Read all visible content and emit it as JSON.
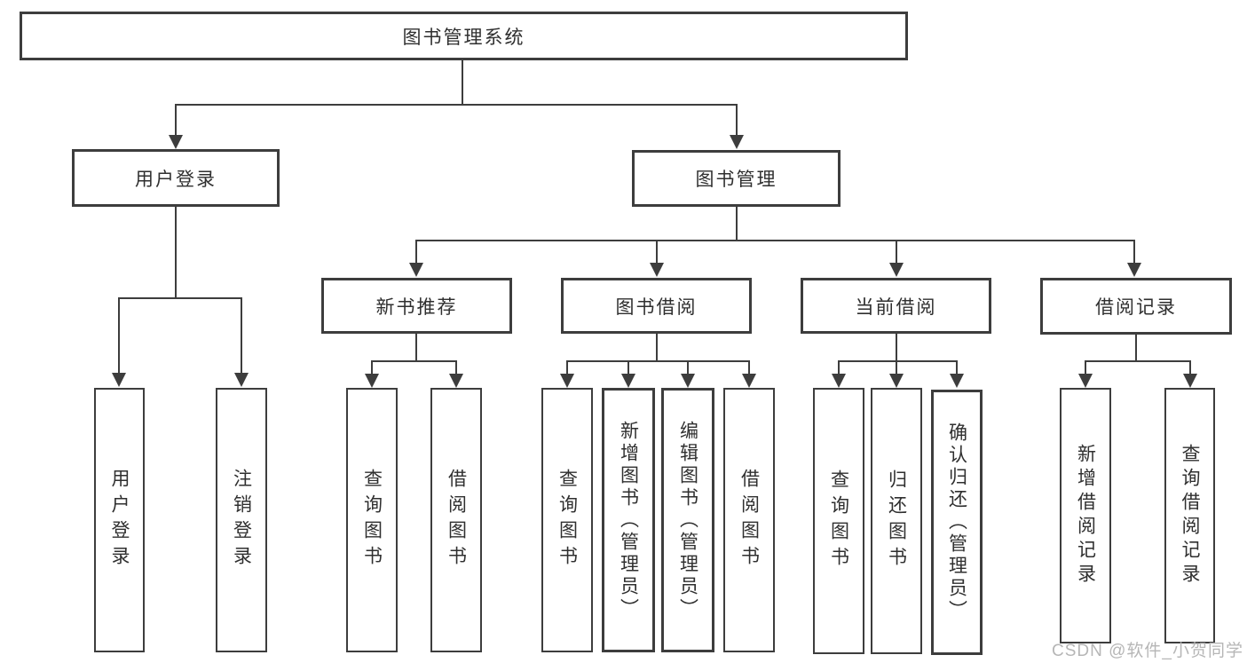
{
  "diagram_title": "图书管理系统",
  "tree": {
    "label": "图书管理系统",
    "children": [
      {
        "label": "用户登录",
        "children": [
          {
            "label": "用户登录"
          },
          {
            "label": "注销登录"
          }
        ]
      },
      {
        "label": "图书管理",
        "children": [
          {
            "label": "新书推荐",
            "children": [
              {
                "label": "查询图书"
              },
              {
                "label": "借阅图书"
              }
            ]
          },
          {
            "label": "图书借阅",
            "children": [
              {
                "label": "查询图书"
              },
              {
                "label": "新增图书（管理员）"
              },
              {
                "label": "编辑图书（管理员）"
              },
              {
                "label": "借阅图书"
              }
            ]
          },
          {
            "label": "当前借阅",
            "children": [
              {
                "label": "查询图书"
              },
              {
                "label": "归还图书"
              },
              {
                "label": "确认归还（管理员）"
              }
            ]
          },
          {
            "label": "借阅记录",
            "children": [
              {
                "label": "新增借阅记录"
              },
              {
                "label": "查询借阅记录"
              }
            ]
          }
        ]
      }
    ]
  },
  "watermark": "CSDN @软件_小贺同学",
  "colors": {
    "line": "#3d3d3d",
    "text": "#2f2f2f",
    "background": "#ffffff",
    "watermark": "#b6b6b6"
  }
}
